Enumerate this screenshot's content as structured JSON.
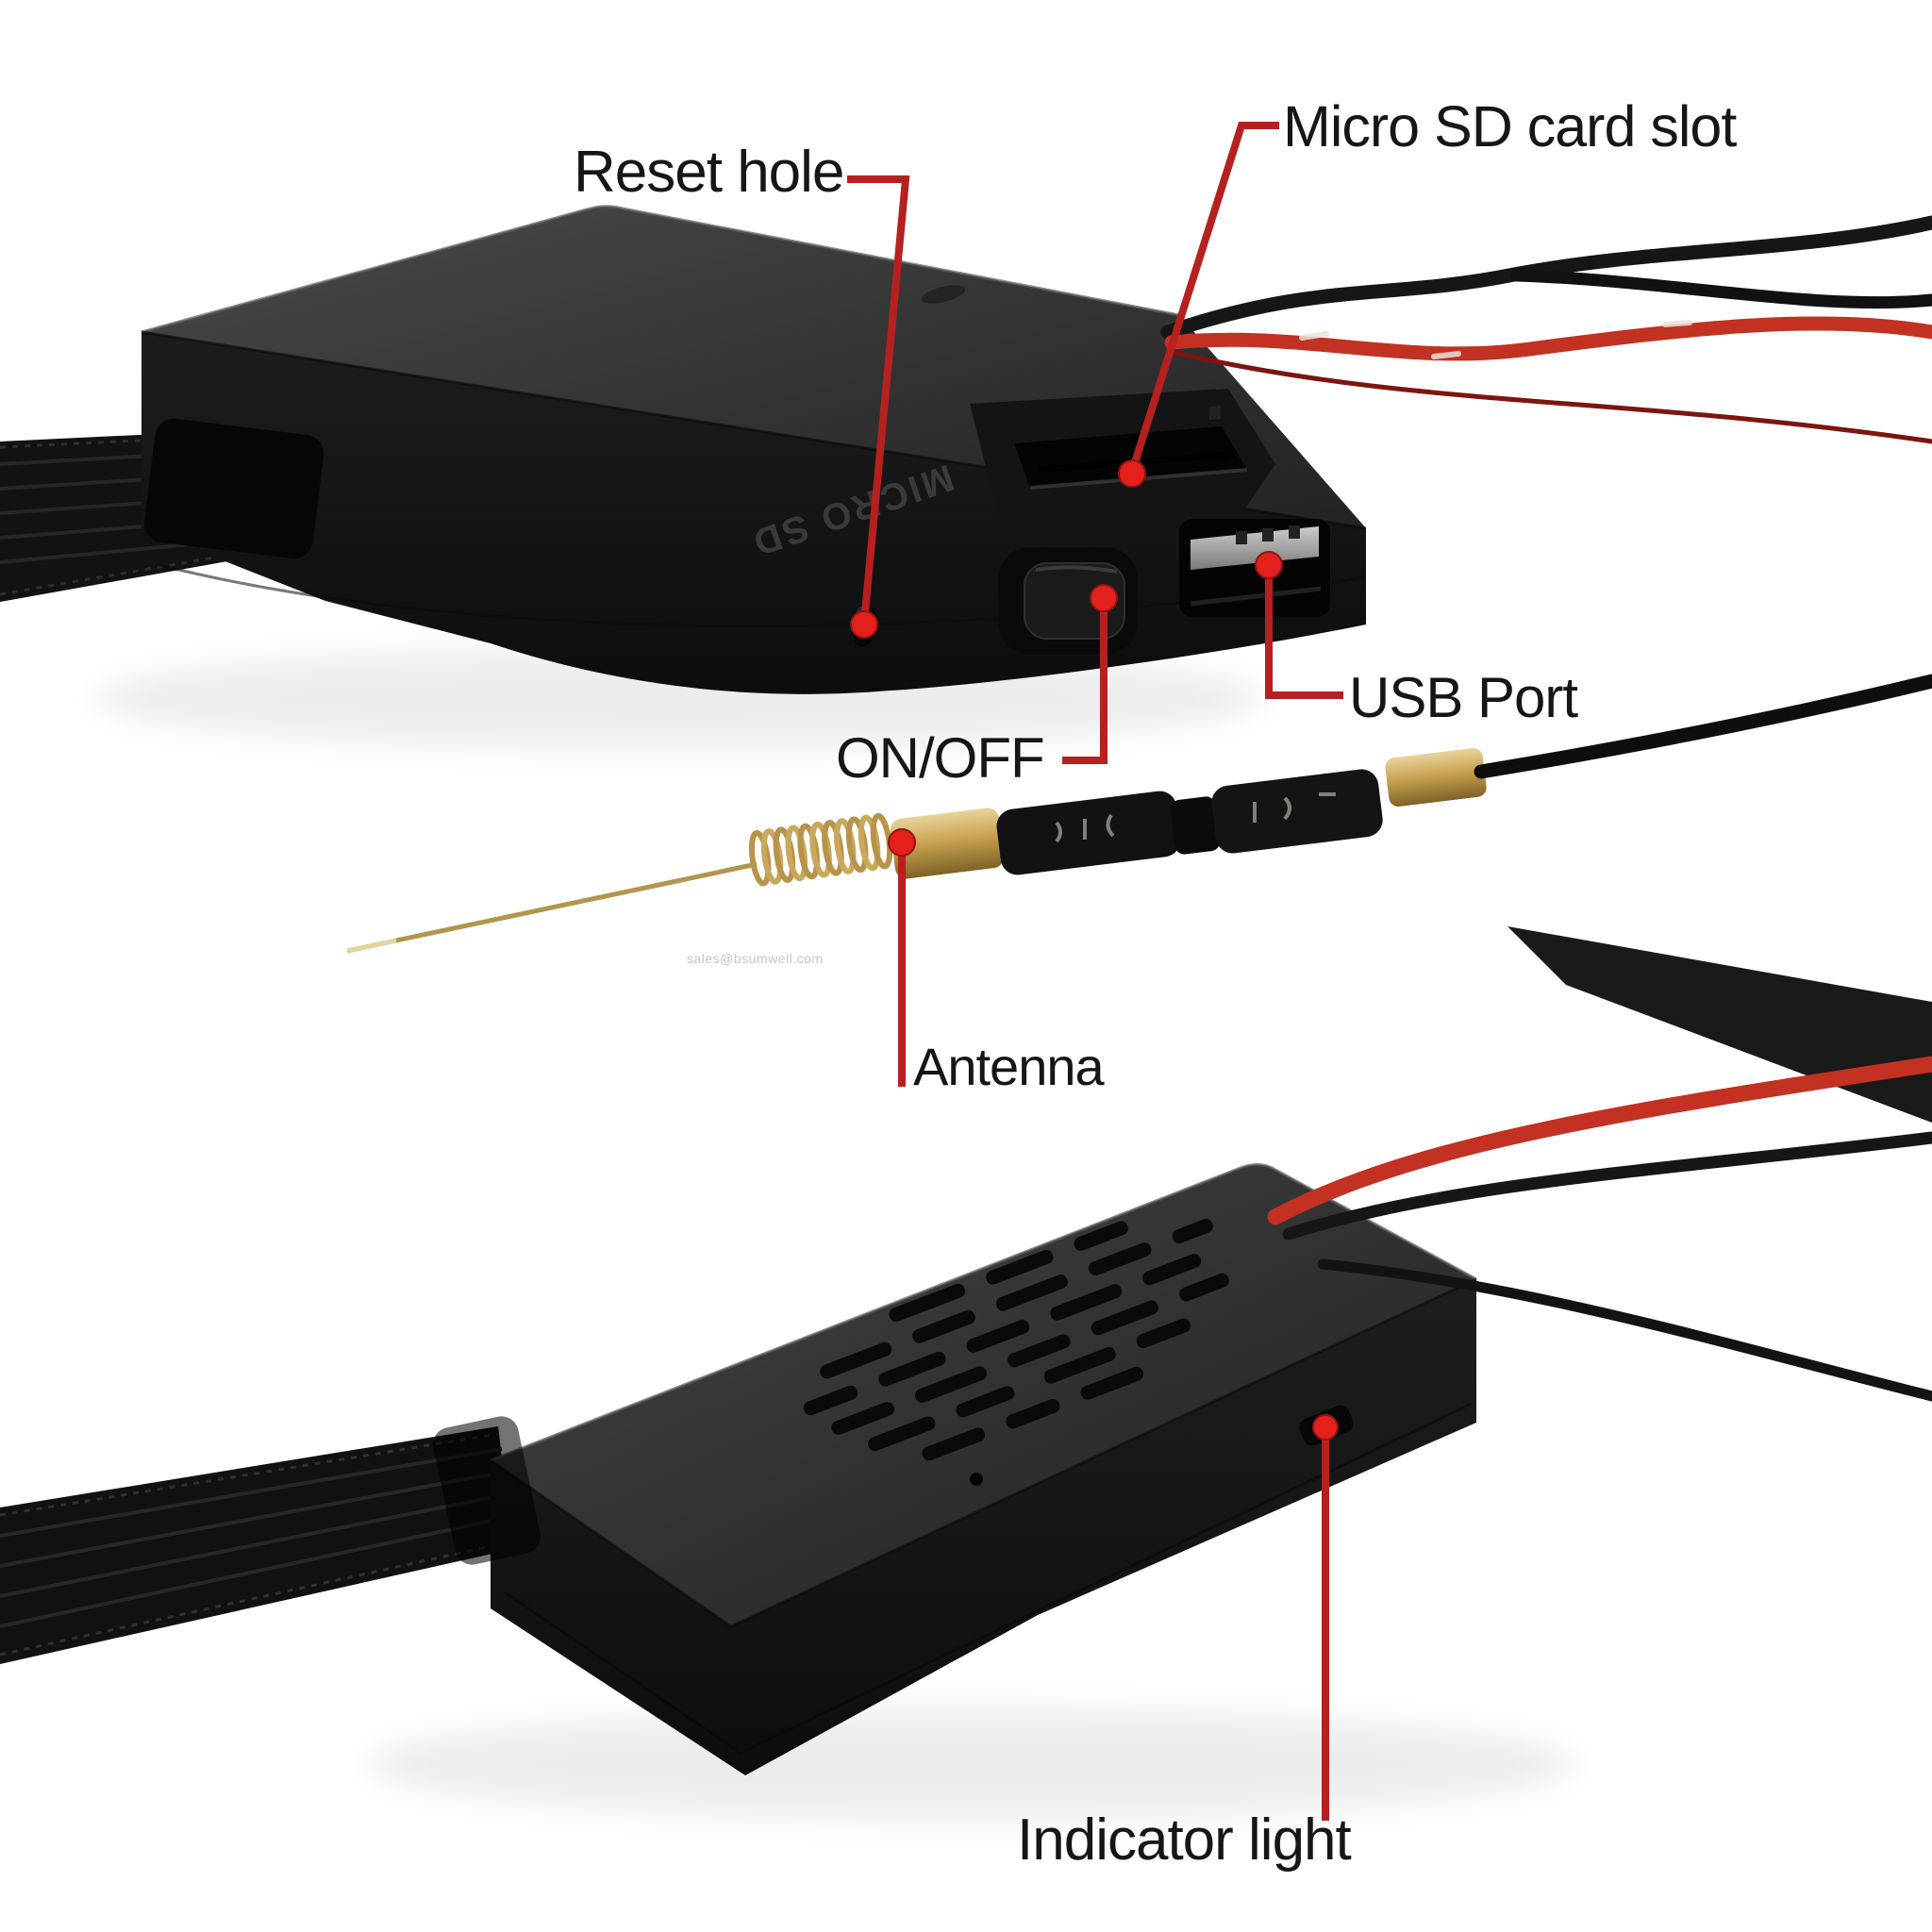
{
  "callouts": {
    "reset_hole": {
      "label": "Reset hole"
    },
    "micro_sd": {
      "label": "Micro SD card slot"
    },
    "on_off": {
      "label": "ON/OFF"
    },
    "usb_port": {
      "label": "USB Port"
    },
    "antenna": {
      "label": "Antenna"
    },
    "indicator_light": {
      "label": "Indicator light"
    }
  },
  "device": {
    "embossed_text": "MICRO SD"
  },
  "watermark": "sales@bsumwell.com",
  "colors": {
    "background": "#ffffff",
    "label_text": "#161616",
    "annotation_line": "#b5211f",
    "annotation_dot": "#e3201c",
    "device_body": "#1d1d1d",
    "device_top": "#3e3e3e",
    "wire_red": "#c23122",
    "wire_black": "#161616",
    "antenna_gold": "#c9a352"
  }
}
